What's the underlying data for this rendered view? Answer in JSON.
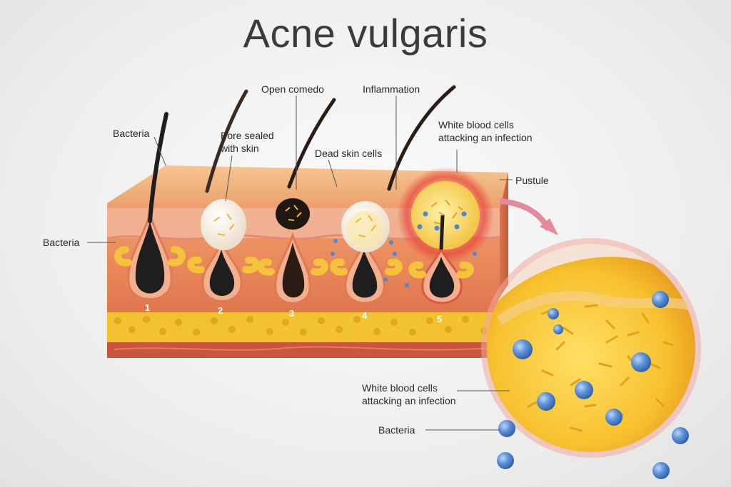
{
  "title": "Acne vulgaris",
  "labels": {
    "bacteria_top": "Bacteria",
    "bacteria_left": "Bacteria",
    "bacteria_bottom": "Bacteria",
    "open_comedo": "Open comedo",
    "inflammation": "Inflammation",
    "pore_sealed": [
      "Pore sealed",
      "with skin"
    ],
    "dead_skin": "Dead skin cells",
    "wbc_top": [
      "White blood cells",
      "attacking an infection"
    ],
    "pustule": "Pustule",
    "wbc_bottom": [
      "White blood cells",
      "attacking an infection"
    ]
  },
  "stages": [
    "1",
    "2",
    "3",
    "4",
    "5"
  ],
  "colors": {
    "skin_top": "#f2b27a",
    "skin_side": "#e8895a",
    "fat": "#f2c230",
    "follicle": "#1e1e1e",
    "pus": "#f6c93c",
    "white_cell": "#5a8fd6",
    "inflammation": "#e8443a"
  }
}
